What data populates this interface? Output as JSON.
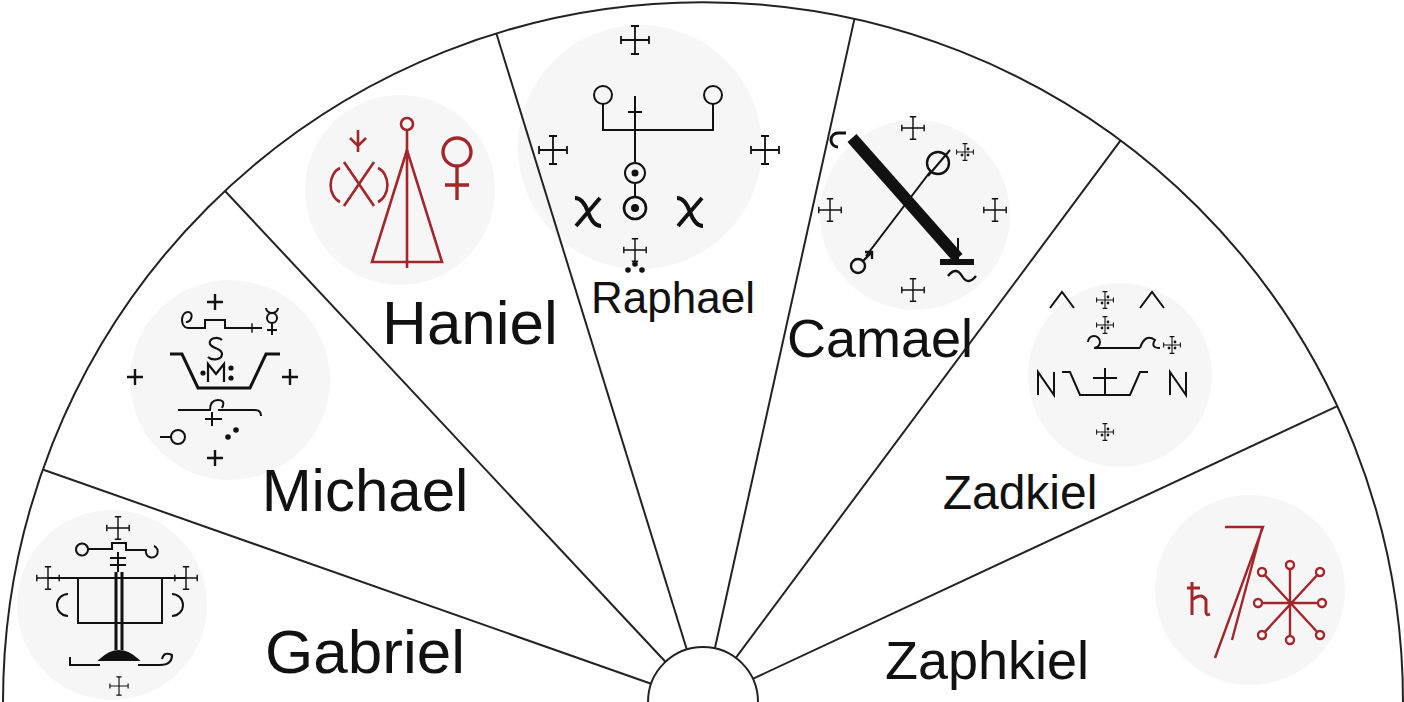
{
  "diagram": {
    "nodes": [
      {
        "text": [
          "Gabriel"
        ]
      },
      {
        "text": [
          "Michael"
        ]
      },
      {
        "text": [
          "Haniel"
        ]
      },
      {
        "text": [
          "Raphael"
        ]
      },
      {
        "text": [
          "Camael"
        ]
      },
      {
        "text": [
          "Zadkiel"
        ]
      },
      {
        "text": [
          "Zaphkiel"
        ]
      }
    ]
  }
}
